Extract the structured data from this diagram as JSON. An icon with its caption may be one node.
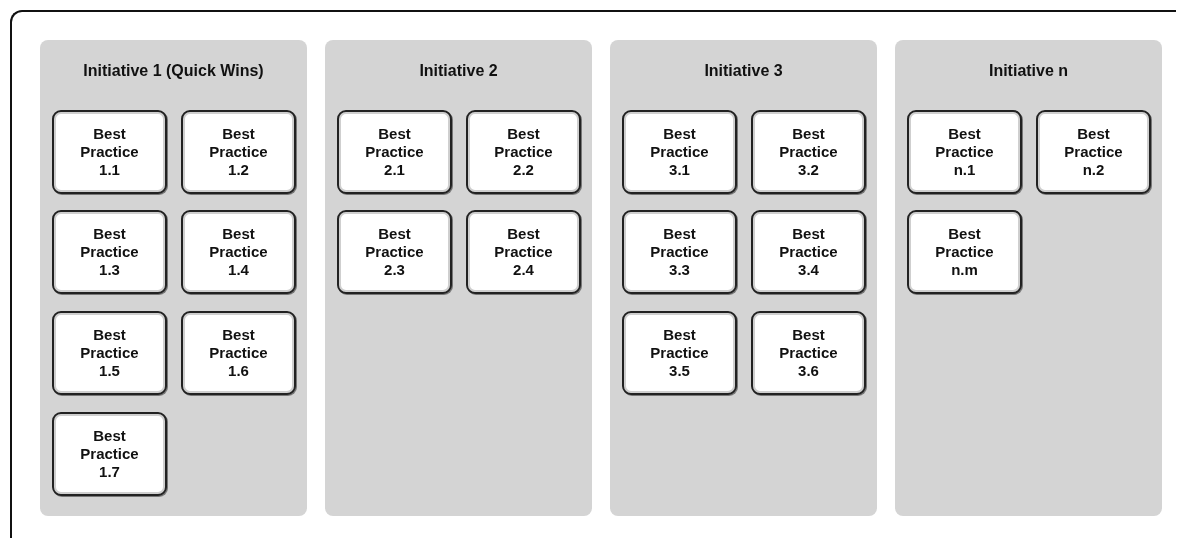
{
  "diagram": {
    "nodes": [
      {
        "text": [
          "Initiative 1 (Quick Wins)"
        ]
      },
      {
        "text": [
          "Best Practice 1.1"
        ],
        "in": 0
      },
      {
        "text": [
          "Best Practice 1.2"
        ],
        "in": 0
      },
      {
        "text": [
          "Best Practice 1.3"
        ],
        "in": 0
      },
      {
        "text": [
          "Best Practice 1.4"
        ],
        "in": 0
      },
      {
        "text": [
          "Best Practice 1.5"
        ],
        "in": 0
      },
      {
        "text": [
          "Best Practice 1.6"
        ],
        "in": 0
      },
      {
        "text": [
          "Best Practice 1.7"
        ],
        "in": 0
      },
      {
        "text": [
          "Initiative 2"
        ]
      },
      {
        "text": [
          "Best Practice 2.1"
        ],
        "in": 8
      },
      {
        "text": [
          "Best Practice 2.2"
        ],
        "in": 8
      },
      {
        "text": [
          "Best Practice 2.3"
        ],
        "in": 8
      },
      {
        "text": [
          "Best Practice 2.4"
        ],
        "in": 8
      },
      {
        "text": [
          "Initiative 3"
        ]
      },
      {
        "text": [
          "Best Practice 3.1"
        ],
        "in": 13
      },
      {
        "text": [
          "Best Practice 3.2"
        ],
        "in": 13
      },
      {
        "text": [
          "Best Practice 3.3"
        ],
        "in": 13
      },
      {
        "text": [
          "Best Practice 3.4"
        ],
        "in": 13
      },
      {
        "text": [
          "Best Practice 3.5"
        ],
        "in": 13
      },
      {
        "text": [
          "Best Practice 3.6"
        ],
        "in": 13
      },
      {
        "text": [
          "Initiative n"
        ]
      },
      {
        "text": [
          "Best Practice n.1"
        ],
        "in": 20
      },
      {
        "text": [
          "Best Practice n.2"
        ],
        "in": 20
      },
      {
        "text": [
          "Best Practice n.m"
        ],
        "in": 20
      }
    ],
    "edges": []
  }
}
